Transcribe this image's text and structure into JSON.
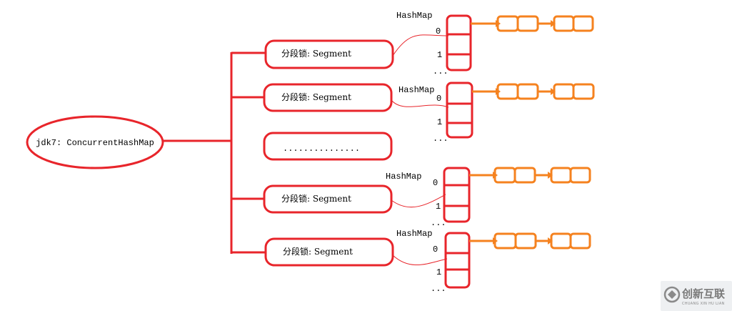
{
  "root": {
    "label": "jdk7: ConcurrentHashMap"
  },
  "segments": [
    {
      "label": "分段锁: Segment",
      "hashmap_label": "HashMap",
      "rows": [
        "0",
        "1",
        "..."
      ]
    },
    {
      "label": "分段锁: Segment",
      "hashmap_label": "HashMap",
      "rows": [
        "0",
        "1",
        "..."
      ]
    },
    {
      "label": "...............",
      "hashmap_label": "",
      "rows": []
    },
    {
      "label": "分段锁: Segment",
      "hashmap_label": "HashMap",
      "rows": [
        "0",
        "1",
        "..."
      ]
    },
    {
      "label": "分段锁: Segment",
      "hashmap_label": "HashMap",
      "rows": [
        "0",
        "1",
        "..."
      ]
    }
  ],
  "colors": {
    "structure": "#e8252b",
    "linked_list": "#f5821f"
  },
  "watermark": {
    "brand": "创新互联",
    "sub": "CHUANG XIN HU LIAN"
  }
}
